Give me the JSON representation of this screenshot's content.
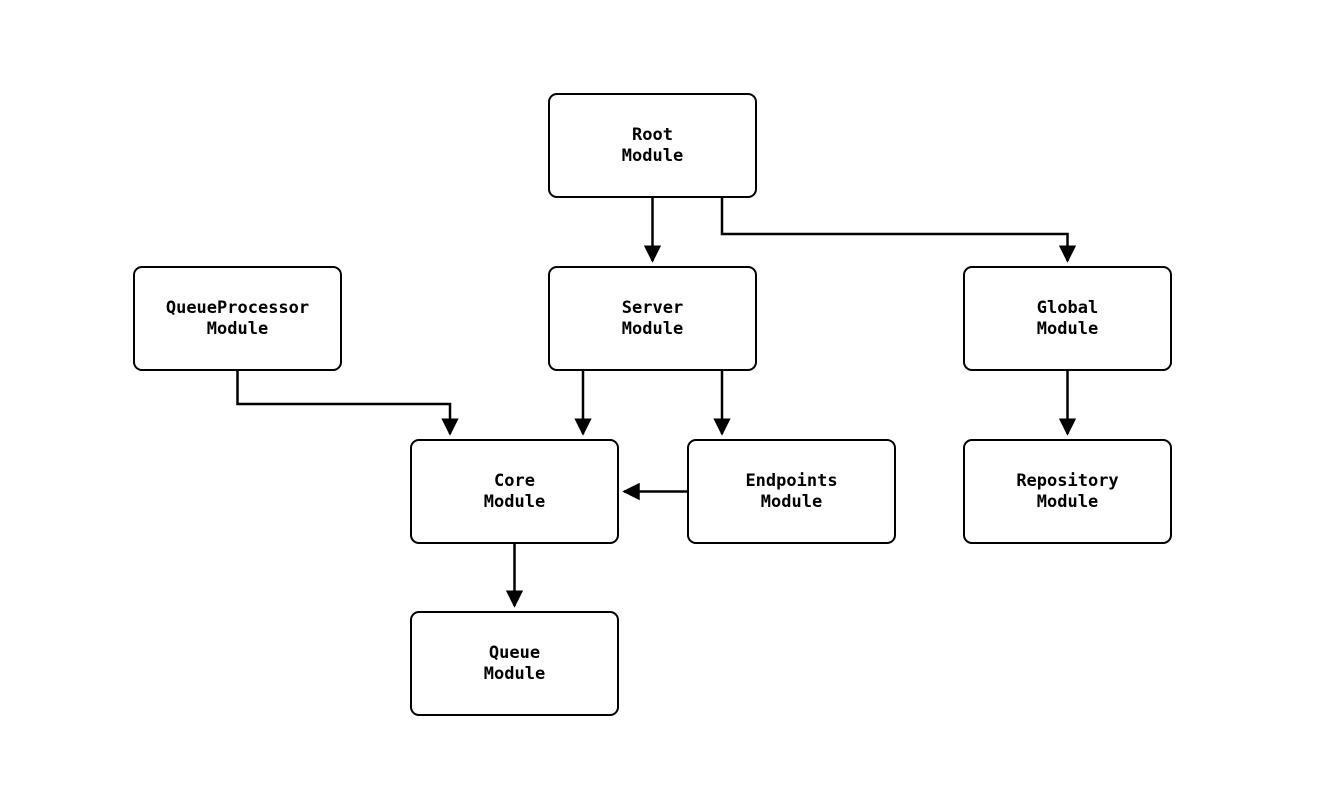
{
  "diagram": {
    "type": "module-dependency-diagram",
    "background_color": "#ffffff",
    "node_border_color": "#000000",
    "node_fill_color": "#ffffff",
    "edge_color": "#000000",
    "nodes": {
      "root": {
        "label": "Root\nModule"
      },
      "queueprocessor": {
        "label": "QueueProcessor\nModule"
      },
      "server": {
        "label": "Server\nModule"
      },
      "global": {
        "label": "Global\nModule"
      },
      "core": {
        "label": "Core\nModule"
      },
      "endpoints": {
        "label": "Endpoints\nModule"
      },
      "repository": {
        "label": "Repository\nModule"
      },
      "queue": {
        "label": "Queue\nModule"
      }
    },
    "edges": [
      {
        "from": "root",
        "to": "server"
      },
      {
        "from": "root",
        "to": "global"
      },
      {
        "from": "queueprocessor",
        "to": "core"
      },
      {
        "from": "server",
        "to": "core"
      },
      {
        "from": "server",
        "to": "endpoints"
      },
      {
        "from": "endpoints",
        "to": "core"
      },
      {
        "from": "global",
        "to": "repository"
      },
      {
        "from": "core",
        "to": "queue"
      }
    ]
  }
}
